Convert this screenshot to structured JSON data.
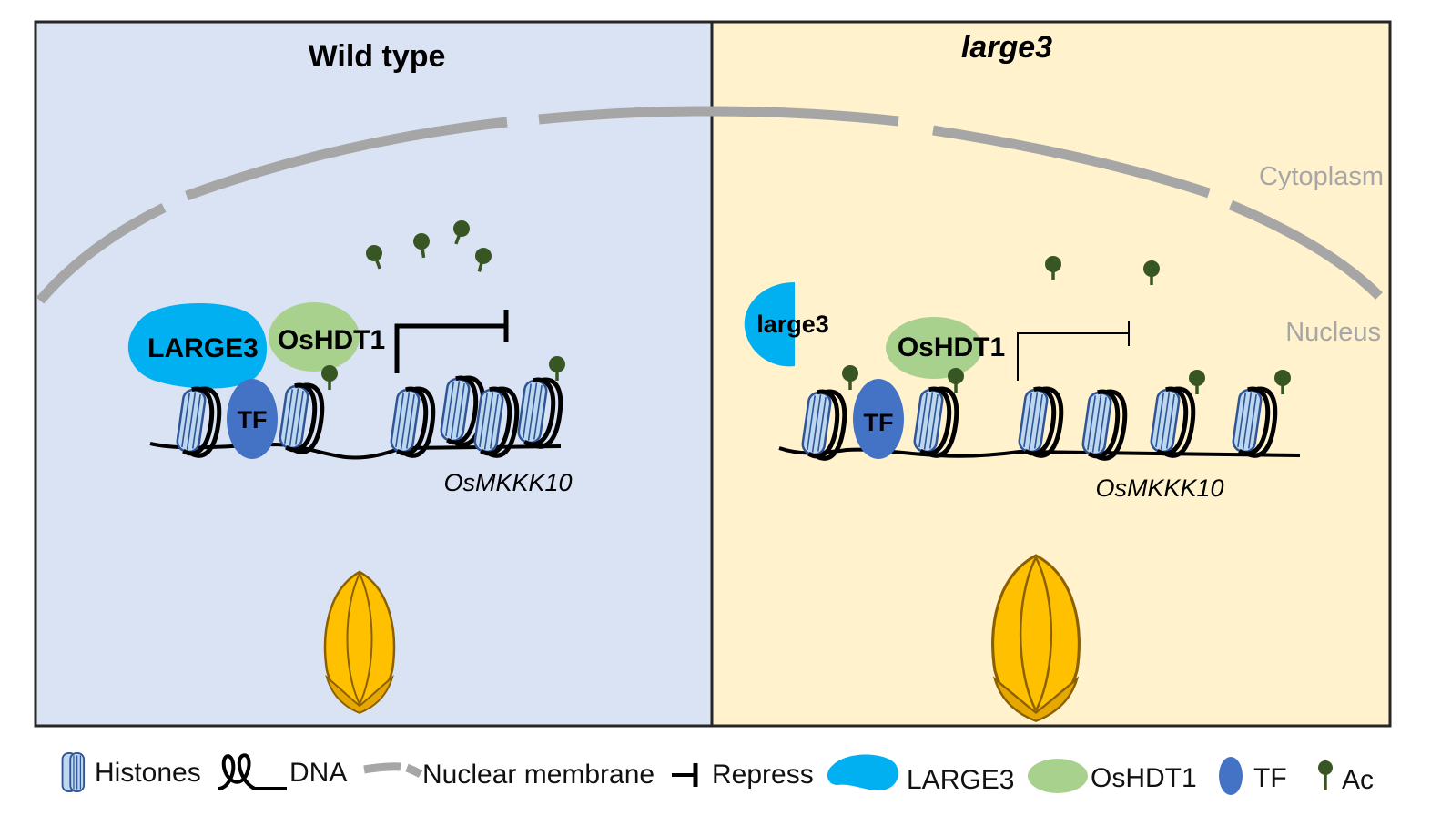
{
  "panels": {
    "wild_type": {
      "title": "Wild type",
      "bg": "#dae3f3"
    },
    "mutant": {
      "title": "large3",
      "bg": "#fff2cc"
    }
  },
  "compartments": {
    "cytoplasm": "Cytoplasm",
    "nucleus": "Nucleus"
  },
  "wild_type": {
    "large3_protein": "LARGE3",
    "hdt1": "OsHDT1",
    "tf": "TF",
    "gene": "OsMKKK10"
  },
  "mutant": {
    "large3_protein": "large3",
    "hdt1": "OsHDT1",
    "tf": "TF",
    "gene": "OsMKKK10"
  },
  "legend": {
    "histones": "Histones",
    "dna": "DNA",
    "membrane": "Nuclear membrane",
    "repress": "Repress",
    "large3": "LARGE3",
    "hdt1": "OsHDT1",
    "tf": "TF",
    "ac": "Ac"
  },
  "colors": {
    "large3": "#00b0f0",
    "hdt1": "#a9d18e",
    "tf": "#4472c4",
    "ac": "#375623",
    "membrane": "#a6a6a6",
    "histone": "#bdd7ee",
    "grain": "#ffc000"
  }
}
